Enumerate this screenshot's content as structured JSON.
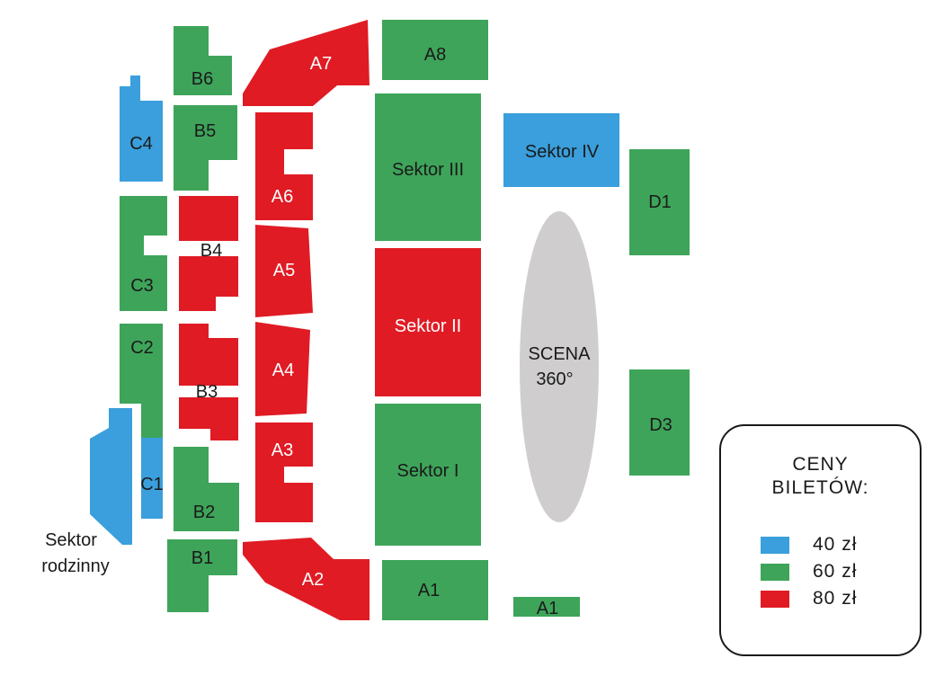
{
  "colors": {
    "blue": "#3a9fdc",
    "green": "#3ea45a",
    "red": "#e01b24",
    "stage": "#cfcdcd",
    "text": "#1a1a1a"
  },
  "sectors": {
    "A1_main": "A1",
    "A1_small": "A1",
    "A2": "A2",
    "A3": "A3",
    "A4": "A4",
    "A5": "A5",
    "A6": "A6",
    "A7": "A7",
    "A8": "A8",
    "B1": "B1",
    "B2": "B2",
    "B3": "B3",
    "B4": "B4",
    "B5": "B5",
    "B6": "B6",
    "C1": "C1",
    "C2": "C2",
    "C3": "C3",
    "C4": "C4",
    "D1": "D1",
    "D3": "D3",
    "sektor_I": "Sektor I",
    "sektor_II": "Sektor II",
    "sektor_III": "Sektor III",
    "sektor_IV": "Sektor IV",
    "rodzinny_line1": "Sektor",
    "rodzinny_line2": "rodzinny"
  },
  "stage": {
    "line1": "SCENA",
    "line2": "360°"
  },
  "legend": {
    "title_line1": "CENY",
    "title_line2": "BILETÓW:",
    "items": [
      {
        "price": "40 zł",
        "color": "#3a9fdc"
      },
      {
        "price": "60 zł",
        "color": "#3ea45a"
      },
      {
        "price": "80 zł",
        "color": "#e01b24"
      }
    ]
  }
}
